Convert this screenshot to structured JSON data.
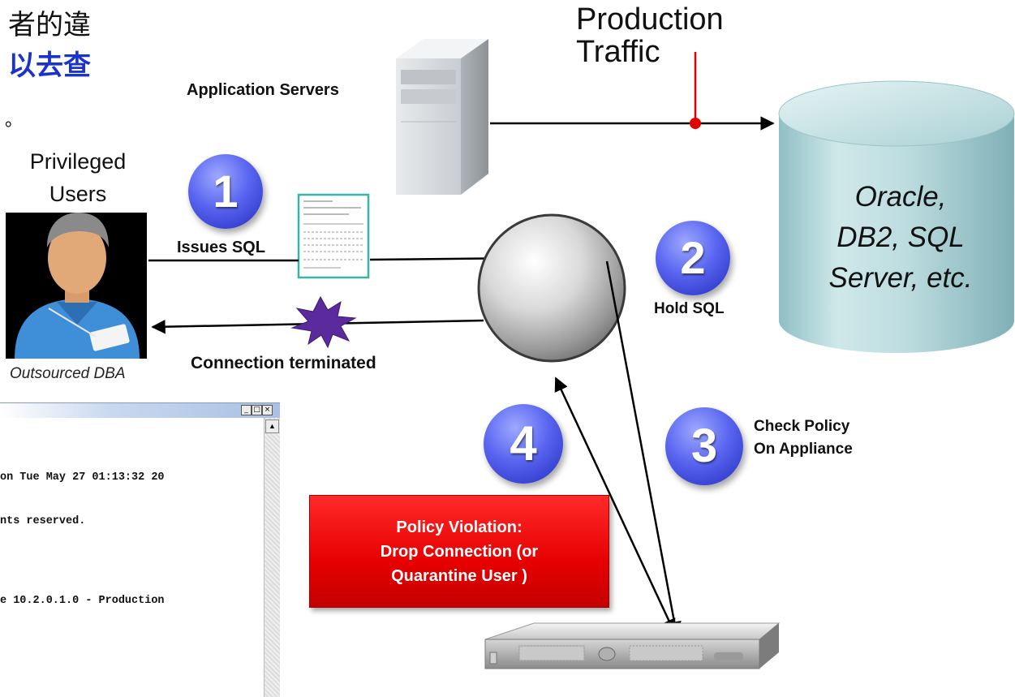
{
  "header": {
    "cjk_line1": "者的違",
    "cjk_line2": "以去查",
    "cjk_line3": "。"
  },
  "labels": {
    "production_traffic_line1": "Production",
    "production_traffic_line2": "Traffic",
    "application_servers": "Application Servers",
    "privileged_users_line1": "Privileged",
    "privileged_users_line2": "Users",
    "outsourced_dba": "Outsourced DBA",
    "issues_sql": "Issues SQL",
    "connection_terminated": "Connection terminated",
    "hold_sql": "Hold SQL",
    "check_policy_line1": "Check Policy",
    "check_policy_line2": "On Appliance"
  },
  "database": {
    "line1": "Oracle,",
    "line2": "DB2, SQL",
    "line3": "Server, etc."
  },
  "steps": [
    "1",
    "2",
    "3",
    "4"
  ],
  "policy_box": {
    "line1": "Policy Violation:",
    "line2": "Drop Connection (or",
    "line3": "Quarantine User )"
  },
  "terminal": {
    "lines": [
      "on Tue May 27 01:13:32 20",
      "nts reserved.",
      "e 10.2.0.1.0 - Production"
    ]
  },
  "colors": {
    "badge_blue": "#4a55e0",
    "policy_red": "#e60000",
    "cjk_blue": "#1a33cc",
    "traffic_tap_red": "#e00000",
    "db_cyan": "#bfdfe2"
  }
}
